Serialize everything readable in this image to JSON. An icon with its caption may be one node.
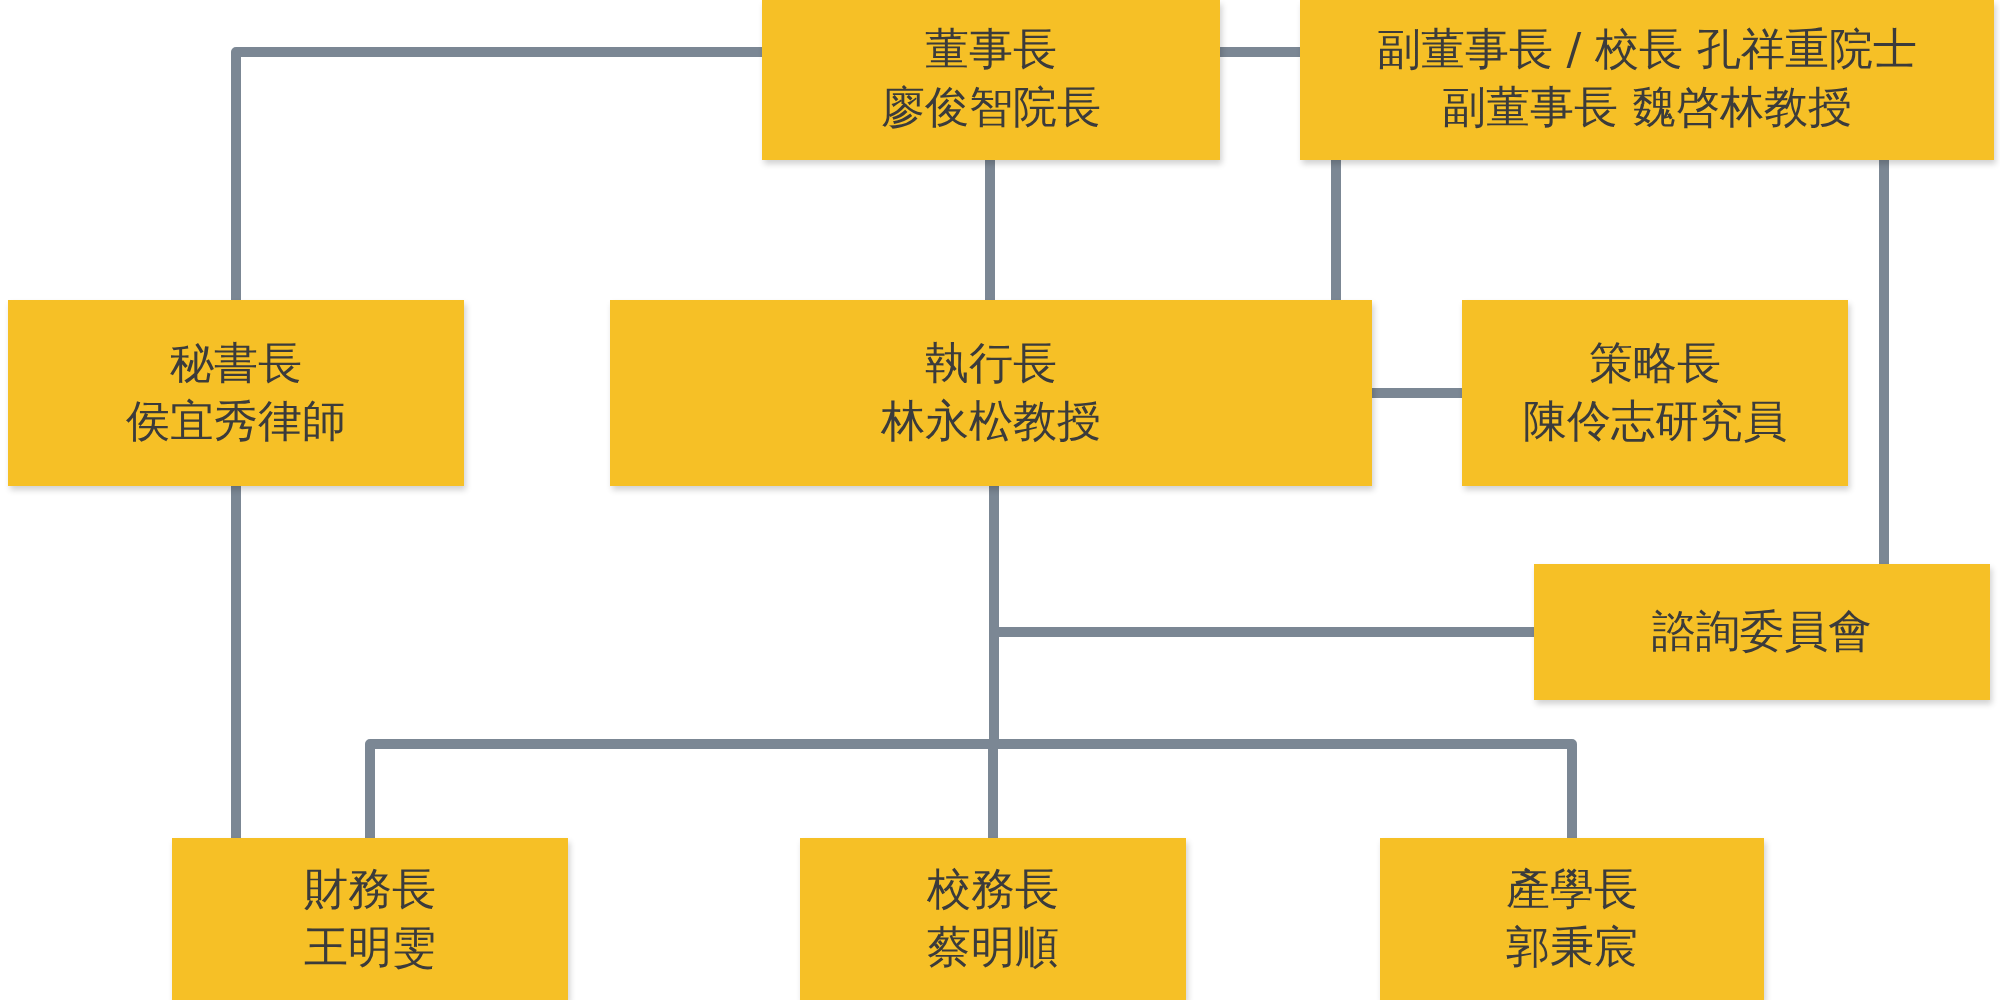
{
  "diagram": {
    "nodes": [
      {
        "text": [
          "董事長",
          "廖俊智院長"
        ]
      },
      {
        "text": [
          "副董事長 / 校長 孔祥重院士",
          "副董事長 魏啓林教授"
        ]
      },
      {
        "text": [
          "秘書長",
          "侯宜秀律師"
        ]
      },
      {
        "text": [
          "執行長",
          "林永松教授"
        ]
      },
      {
        "text": [
          "策略長",
          "陳伶志研究員"
        ]
      },
      {
        "text": [
          "諮詢委員會"
        ]
      },
      {
        "text": [
          "財務長",
          "王明雯"
        ]
      },
      {
        "text": [
          "校務長",
          "蔡明順"
        ]
      },
      {
        "text": [
          "產學長",
          "郭秉宸"
        ]
      }
    ],
    "edges": [
      {
        "from": 0,
        "to": 2,
        "arrow": "none"
      },
      {
        "from": 0,
        "to": 1,
        "arrow": "none"
      },
      {
        "from": 0,
        "to": 3,
        "arrow": "none"
      },
      {
        "from": 1,
        "to": 3,
        "arrow": "none"
      },
      {
        "from": 1,
        "to": 5,
        "arrow": "none"
      },
      {
        "from": 3,
        "to": 4,
        "arrow": "none"
      },
      {
        "from": 3,
        "to": 5,
        "arrow": "none"
      },
      {
        "from": 2,
        "to": 6,
        "arrow": "none"
      },
      {
        "from": 3,
        "to": 6,
        "arrow": "none"
      },
      {
        "from": 3,
        "to": 7,
        "arrow": "none"
      },
      {
        "from": 3,
        "to": 8,
        "arrow": "none"
      }
    ]
  }
}
